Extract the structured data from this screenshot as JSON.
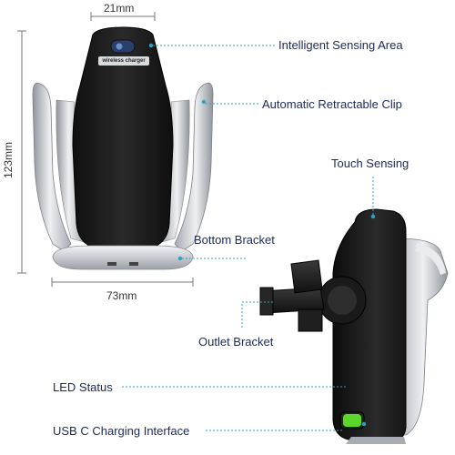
{
  "dimensions": {
    "width_top": "21mm",
    "height_left": "123mm",
    "width_bottom": "73mm"
  },
  "product_text": {
    "front_logo": "wireless charger"
  },
  "callouts": {
    "intelligent_sensing_area": "Intelligent Sensing Area",
    "automatic_retractable_clip": "Automatic Retractable Clip",
    "touch_sensing": "Touch Sensing",
    "bottom_bracket": "Bottom Bracket",
    "outlet_bracket": "Outlet Bracket",
    "led_status": "LED Status",
    "usb_c_charging_interface": "USB C Charging Interface"
  },
  "colors": {
    "callout_text": "#1d2a5a",
    "leader_line": "#2fa0c8",
    "body_black": "#1c1c1c",
    "clip_silver": "#c4c7cc",
    "led_green": "#5dd62c"
  }
}
